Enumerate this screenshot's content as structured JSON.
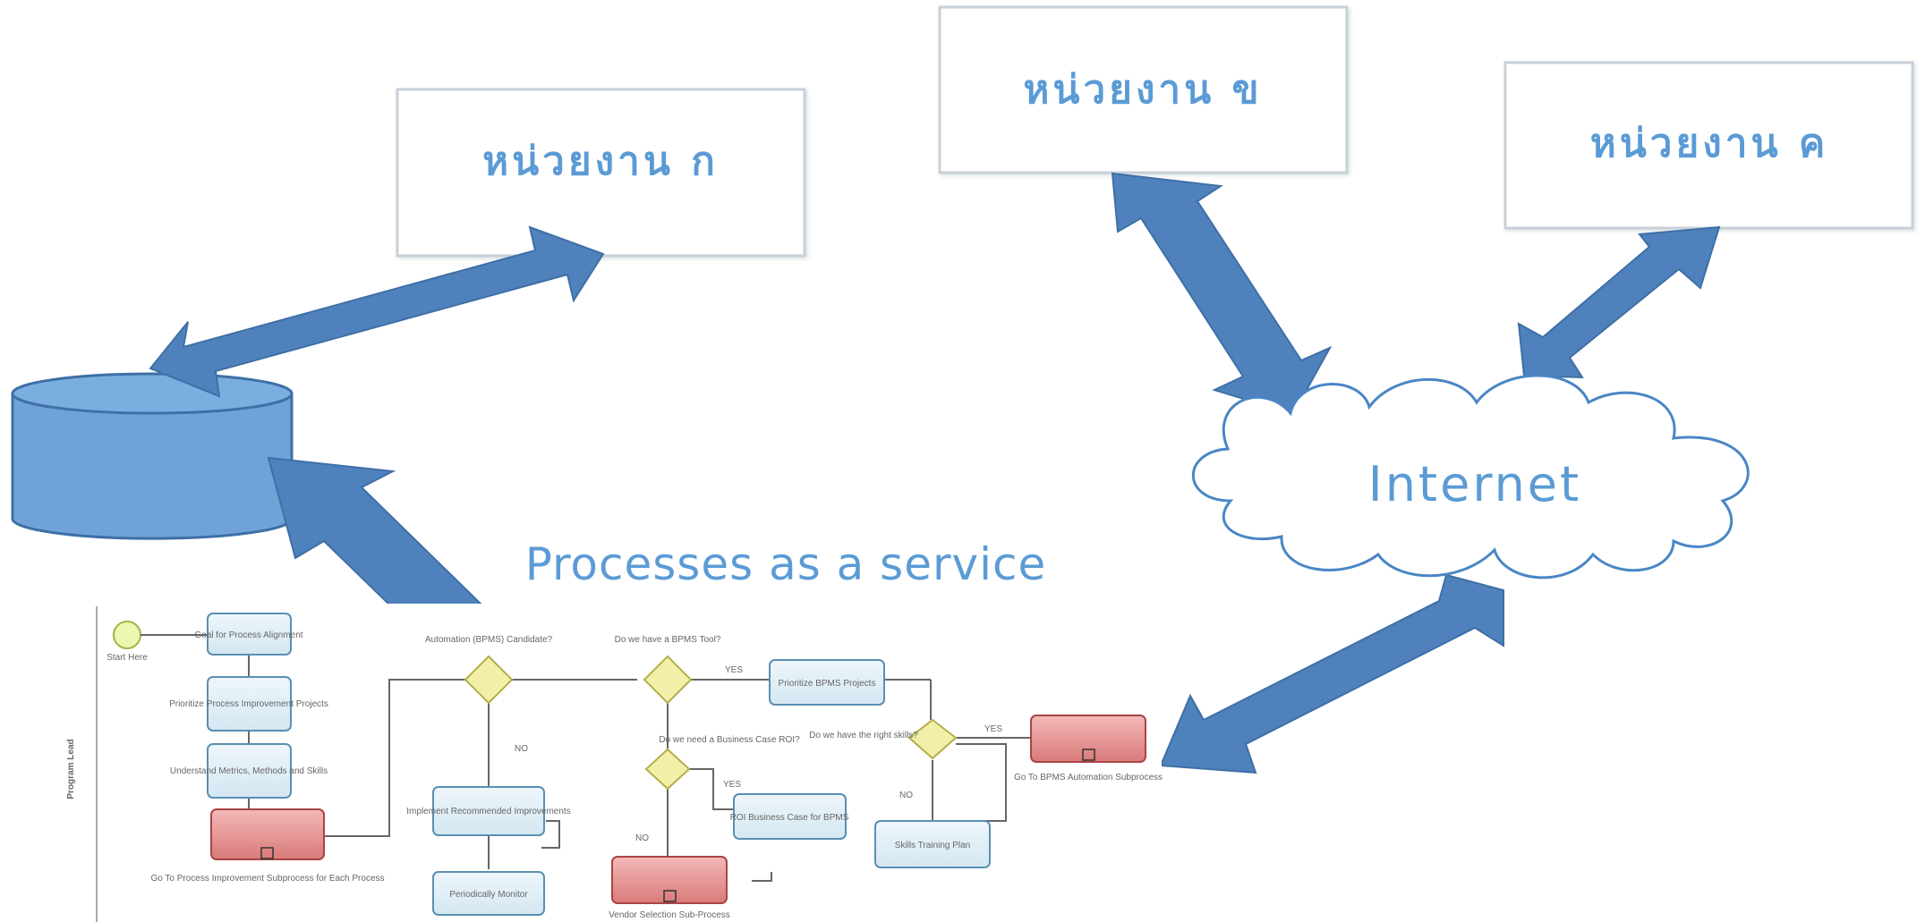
{
  "nodes": {
    "agency_a": "หน่วยงาน ก",
    "agency_b": "หน่วยงาน ข",
    "agency_c": "หน่วยงาน ค",
    "internet": "Internet",
    "process_service": "Processes as a service"
  },
  "process_image": {
    "lane_label": "Program Lead",
    "start": "Start Here",
    "tasks": [
      "Goal for Process Alignment",
      "Prioritize Process Improvement Projects",
      "Understand Metrics, Methods and Skills",
      "Implement Recommended Improvements",
      "Periodically Monitor",
      "Prioritize BPMS Projects",
      "ROI Business Case for BPMS",
      "Skills Training Plan"
    ],
    "subprocesses": [
      "Go To Process Improvement Subprocess for Each Process",
      "Vendor Selection Sub-Process",
      "Go To BPMS Automation Subprocess"
    ],
    "gateways": [
      "Automation (BPMS) Candidate?",
      "Do we have a BPMS Tool?",
      "Do we need a Business Case ROI?",
      "Do we have the right skills?"
    ],
    "flow_labels": [
      "YES",
      "NO",
      "YES",
      "NO",
      "YES",
      "NO"
    ]
  },
  "colors": {
    "accent": "#5b9bd5",
    "arrow_fill": "#4f81bd",
    "arrow_stroke": "#3e6fa6",
    "cylinder": "#6fa3d8",
    "box_border": "#c8d0d8",
    "cloud_stroke": "#4a86c5"
  }
}
